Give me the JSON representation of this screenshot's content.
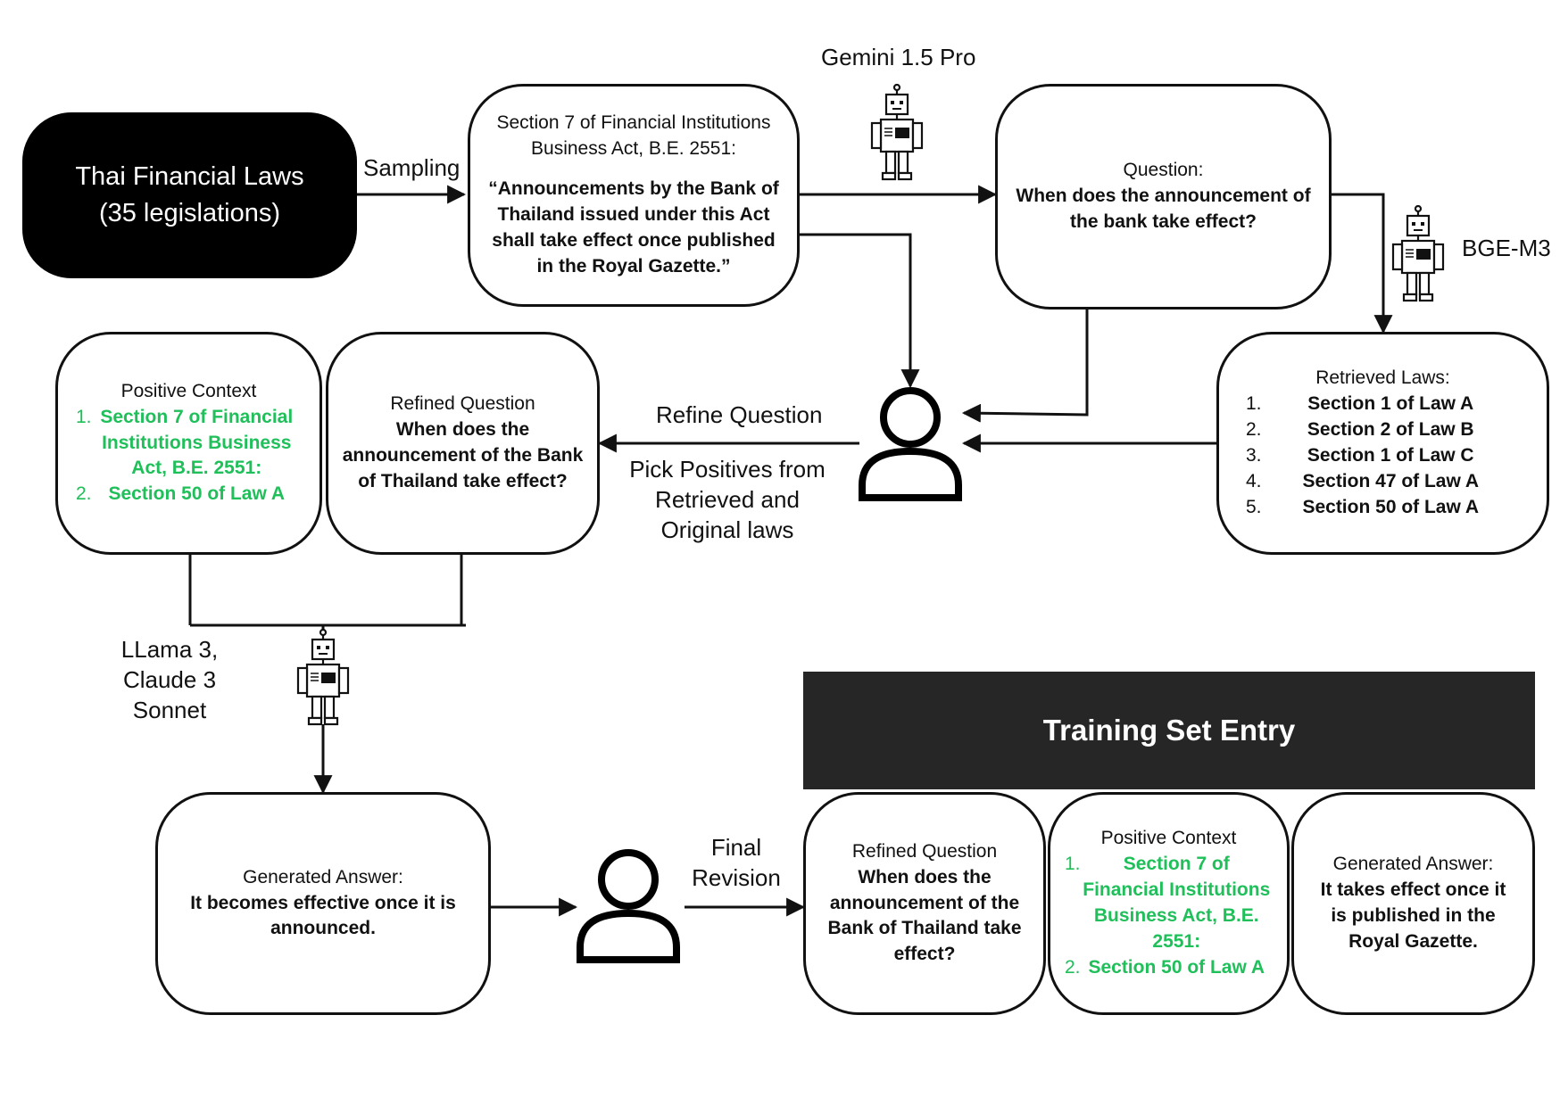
{
  "source_box": {
    "title": "Thai Financial Laws",
    "subtitle": "(35 legislations)"
  },
  "sampling_label": "Sampling",
  "sampled_law": {
    "heading": "Section 7 of Financial Institutions Business Act, B.E. 2551:",
    "quote": "“Announcements by the Bank of Thailand issued under this Act shall take effect once published in the Royal Gazette.”"
  },
  "gemini_label": "Gemini 1.5 Pro",
  "question_box": {
    "heading": "Question:",
    "text": "When does the announcement of the bank take effect?"
  },
  "bge_label": "BGE-M3",
  "retrieved_box": {
    "heading": "Retrieved Laws:",
    "items": [
      {
        "num": "1.",
        "text": "Section 1 of Law A"
      },
      {
        "num": "2.",
        "text": "Section 2 of Law B"
      },
      {
        "num": "3.",
        "text": "Section 1 of Law C"
      },
      {
        "num": "4.",
        "text": "Section 47 of Law A"
      },
      {
        "num": "5.",
        "text": "Section 50 of Law A"
      }
    ]
  },
  "refine_label": "Refine Question",
  "pick_label": [
    "Pick Positives from",
    "Retrieved and",
    "Original laws"
  ],
  "refined_box": {
    "heading": "Refined Question",
    "text": "When does the announcement of the Bank of Thailand take effect?"
  },
  "positive_box": {
    "heading": "Positive Context",
    "items": [
      {
        "num": "1.",
        "text": "Section 7 of Financial Institutions Business Act, B.E. 2551:"
      },
      {
        "num": "2.",
        "text": "Section 50 of Law A"
      }
    ]
  },
  "llm_label": [
    "LLama 3,",
    "Claude 3",
    "Sonnet"
  ],
  "generated_box": {
    "heading": "Generated Answer:",
    "text": "It becomes effective once it is announced."
  },
  "final_label": [
    "Final",
    "Revision"
  ],
  "training": {
    "title": "Training Set Entry",
    "refined": {
      "heading": "Refined Question",
      "text": "When does the announcement of the Bank of Thailand take effect?"
    },
    "positive": {
      "heading": "Positive Context",
      "items": [
        {
          "num": "1.",
          "text": "Section 7 of Financial Institutions Business Act, B.E. 2551:"
        },
        {
          "num": "2.",
          "text": "Section 50 of Law A"
        }
      ]
    },
    "answer": {
      "heading": "Generated Answer:",
      "text": "It takes effect once it is published in the Royal Gazette."
    }
  },
  "colors": {
    "green_text": "#1fbf5a",
    "banner_bg": "#262626",
    "stroke": "#111111"
  },
  "icons": {
    "robot": "robot-icon",
    "person": "person-icon"
  }
}
